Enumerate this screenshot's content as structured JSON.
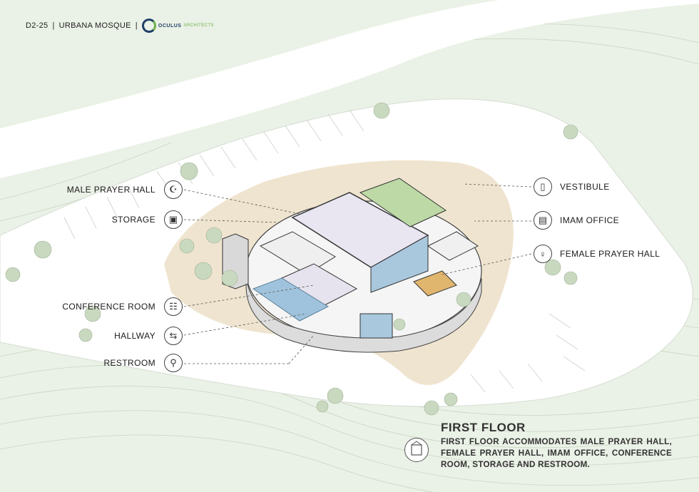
{
  "header": {
    "code": "D2-25",
    "separator": "|",
    "project": "URBANA MOSQUE",
    "logo_main": "OCULUS",
    "logo_sub": "ARCHITECTS",
    "logo_icon": "oculus-logo-icon"
  },
  "labels_left": [
    {
      "text": "MALE PRAYER HALL",
      "icon": "prayer-figure-icon"
    },
    {
      "text": "STORAGE",
      "icon": "storage-box-icon"
    },
    {
      "text": "CONFERENCE ROOM",
      "icon": "conference-table-icon"
    },
    {
      "text": "HALLWAY",
      "icon": "hallway-arrows-icon"
    },
    {
      "text": "RESTROOM",
      "icon": "restroom-people-icon"
    }
  ],
  "labels_right": [
    {
      "text": "VESTIBULE",
      "icon": "door-icon"
    },
    {
      "text": "IMAM OFFICE",
      "icon": "office-desk-icon"
    },
    {
      "text": "FEMALE PRAYER HALL",
      "icon": "female-prayer-icon"
    }
  ],
  "first_floor": {
    "title": "FIRST FLOOR",
    "description": "FIRST FLOOR ACCOMMODATES MALE PRAYER HALL, FEMALE PRAYER HALL, IMAM OFFICE, CONFERENCE ROOM, STORAGE AND RESTROOM.",
    "icon": "floor-plan-icon"
  },
  "colors": {
    "terrain": "#e3ecdf",
    "road": "#ffffff",
    "site_sand": "#efe4cf",
    "prayer_hall_floor": "#e9e6f2",
    "glass": "#9fc3dc",
    "courtyard_grass": "#bcd9a6",
    "text": "#1a1a1a"
  }
}
